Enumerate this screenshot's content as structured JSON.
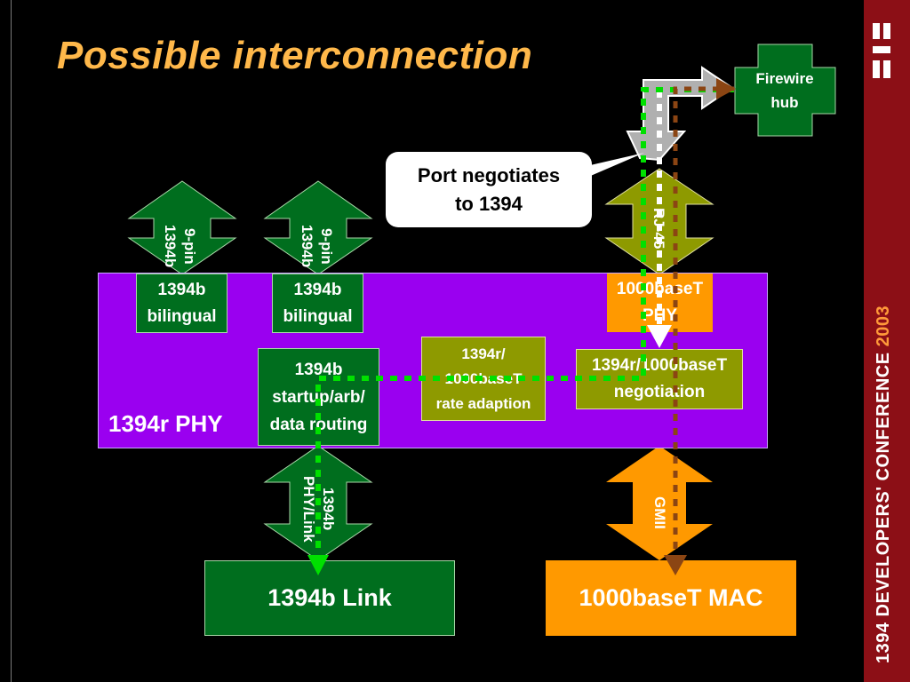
{
  "slide": {
    "title": "Possible interconnection",
    "phy_region_label": "1394r PHY",
    "colors": {
      "background": "#000000",
      "title": "#ffb84a",
      "phy_region": "#9a00f0",
      "green_box": "#006e1e",
      "olive_box": "#8e9a00",
      "orange_box": "#ff9900",
      "dotted_green": "#00e000",
      "dotted_brown": "#8b4513",
      "logo_bar": "#8c0f16"
    }
  },
  "boxes": {
    "bilingual_1": "1394b\nbilingual",
    "bilingual_2": "1394b\nbilingual",
    "startup": "1394b\nstartup/arb/\ndata routing",
    "rate_adaption": "1394r/\n1000baseT\nrate adaption",
    "negotiation": "1394r/1000baseT\nnegotiation",
    "phy_1000baset": "1000baseT\nPHY",
    "link_1394b": "1394b Link",
    "mac_1000baset": "1000baseT MAC",
    "firewire_hub": "Firewire\nhub",
    "port_callout": "Port negotiates\nto 1394"
  },
  "arrow_labels": {
    "ninepin_1": "9-pin\n1394b",
    "ninepin_2": "9-pin\n1394b",
    "rj45": "RJ-45",
    "phy_link": "1394b\nPHY/Link",
    "gmii": "GMII"
  },
  "logo": {
    "text": "1394 DEVELOPERS' CONFERENCE ",
    "year": "2003"
  }
}
